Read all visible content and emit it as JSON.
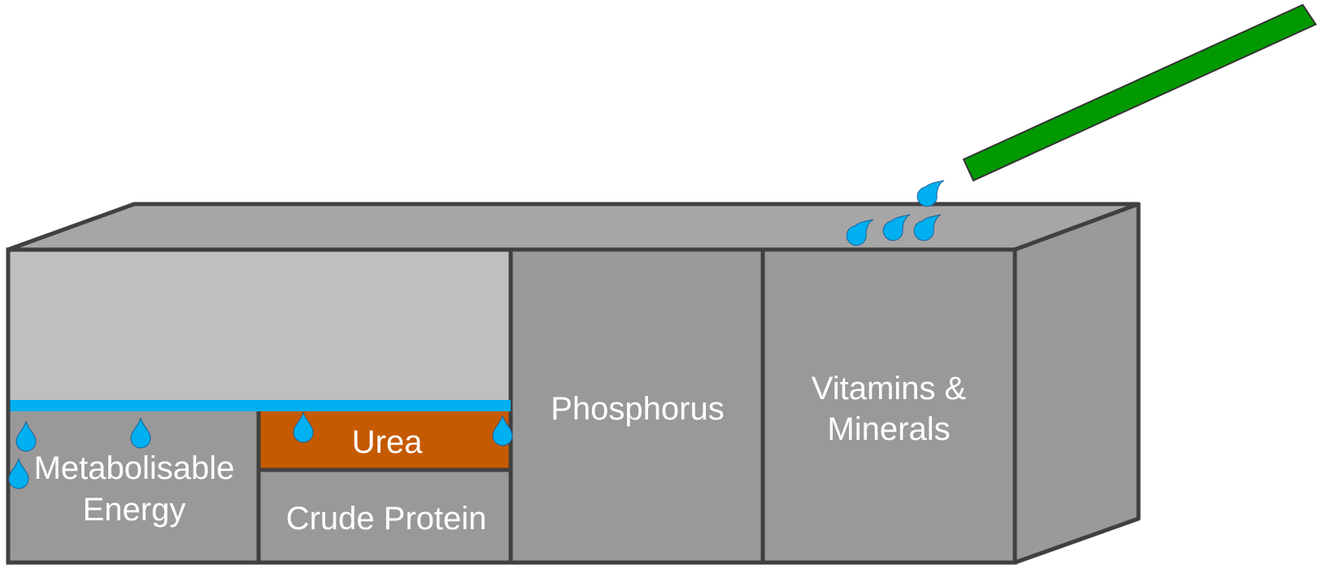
{
  "compartments": {
    "metabolisable_energy": {
      "line1": "Metabolisable",
      "line2": "Energy"
    },
    "urea": {
      "label": "Urea"
    },
    "crude_protein": {
      "label": "Crude Protein"
    },
    "phosphorus": {
      "label": "Phosphorus"
    },
    "vitamins_minerals": {
      "line1": "Vitamins &",
      "line2": "Minerals"
    }
  },
  "colors": {
    "box_front": "#999999",
    "box_top": "#a6a6a6",
    "box_side": "#9a9a9a",
    "empty_space": "#bfbfbf",
    "outline": "#404040",
    "water": "#00b0f0",
    "urea": "#c55a00",
    "hose": "#009900"
  },
  "icons": [
    "water-drop-icon",
    "hose-icon"
  ]
}
